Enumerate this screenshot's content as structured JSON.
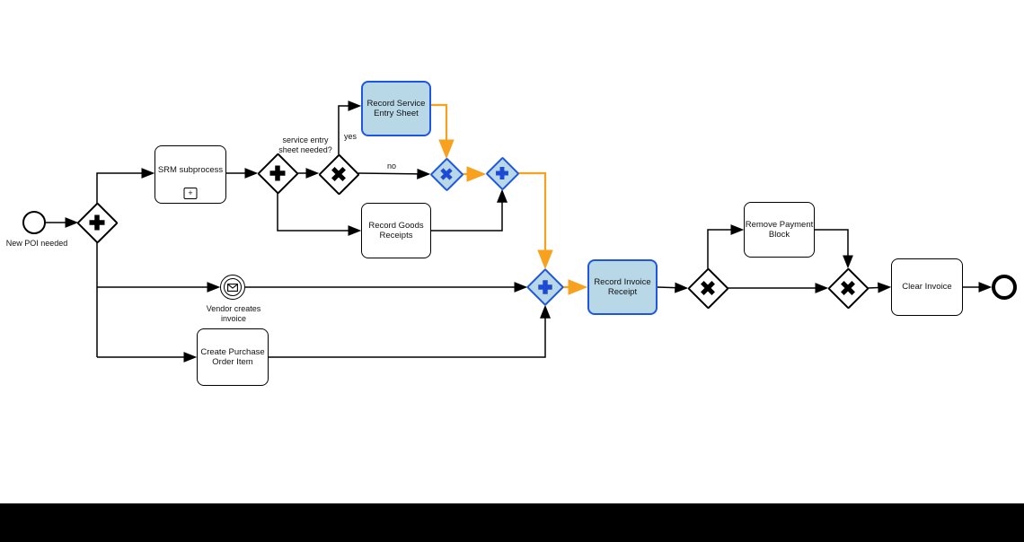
{
  "colors": {
    "canvas": "#ffffff",
    "letterbox": "#000000",
    "shape_stroke": "#000000",
    "highlight_fill": "#b8d8e8",
    "highlight_stroke": "#1e56e0",
    "gateway_icon_blue": "#1d49d6",
    "flow_orange": "#f7a11e",
    "flow_black": "#000000"
  },
  "events": {
    "start": {
      "label": "New POI needed"
    },
    "message_catch": {
      "lines": [
        "Vendor creates",
        "invoice"
      ]
    },
    "end": {}
  },
  "tasks": {
    "srm_subprocess": {
      "lines": [
        "SRM subprocess"
      ],
      "marker": "+"
    },
    "record_service_entry_sheet": {
      "lines": [
        "Record Service",
        "Entry Sheet"
      ],
      "highlighted": true
    },
    "record_goods_receipts": {
      "lines": [
        "Record Goods",
        "Receipts"
      ]
    },
    "create_purchase_order_item": {
      "lines": [
        "Create Purchase",
        "Order Item"
      ]
    },
    "record_invoice_receipt": {
      "lines": [
        "Record Invoice",
        "Receipt"
      ],
      "highlighted": true
    },
    "remove_payment_block": {
      "lines": [
        "Remove Payment",
        "Block"
      ]
    },
    "clear_invoice": {
      "lines": [
        "Clear Invoice"
      ]
    }
  },
  "flow_labels": {
    "gateway_question": {
      "lines": [
        "service entry",
        "sheet needed?"
      ]
    },
    "yes": "yes",
    "no": "no"
  }
}
